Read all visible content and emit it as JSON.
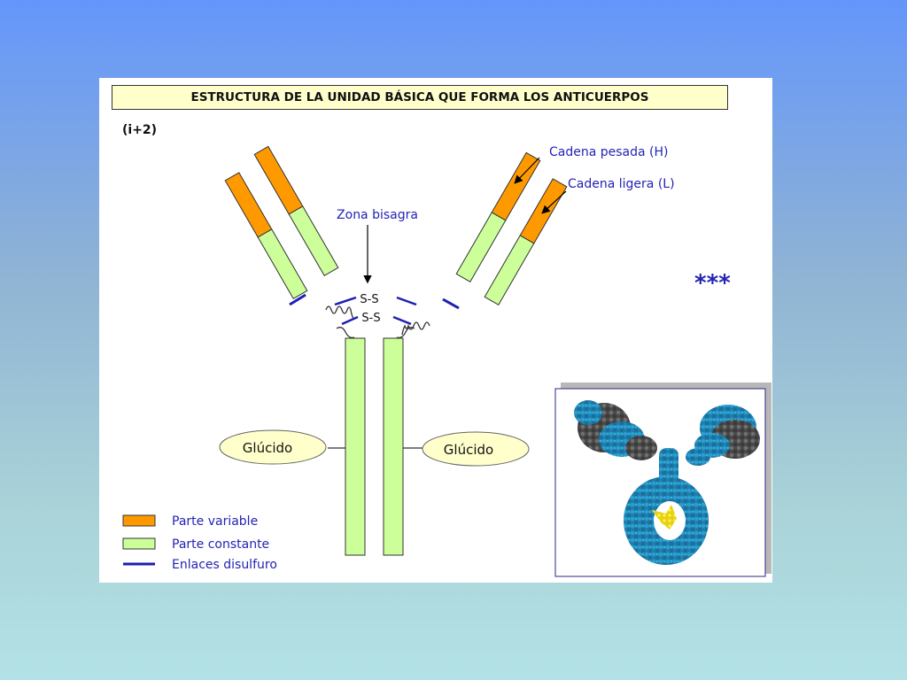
{
  "title": "ESTRUCTURA DE LA UNIDAD BÁSICA QUE FORMA LOS ANTICUERPOS",
  "ref_label": "(i+2)",
  "labels": {
    "heavy_chain": "Cadena pesada (H)",
    "light_chain": "Cadena ligera (L)",
    "hinge": "Zona bisagra",
    "disulfide_top": "S-S",
    "disulfide_bottom": "S-S",
    "glycan_left": "Glúcido",
    "glycan_right": "Glúcido",
    "stars": "***"
  },
  "legend": [
    {
      "label": "Parte variable",
      "color": "#ff9900",
      "kind": "box"
    },
    {
      "label": "Parte constante",
      "color": "#ccff99",
      "kind": "box"
    },
    {
      "label": "Enlaces disulfuro",
      "color": "#1f1fb0",
      "kind": "line"
    }
  ],
  "colors": {
    "variable": "#ff9900",
    "constant": "#ccff99",
    "disulfide": "#1f1fb0",
    "label_blue": "#2323b4"
  },
  "inset": {
    "description_icon": "antibody-molecule-icon",
    "colors": {
      "chain_blue": "#1a86b3",
      "chain_gray": "#555555",
      "glycan_yellow": "#f2e21a"
    }
  }
}
